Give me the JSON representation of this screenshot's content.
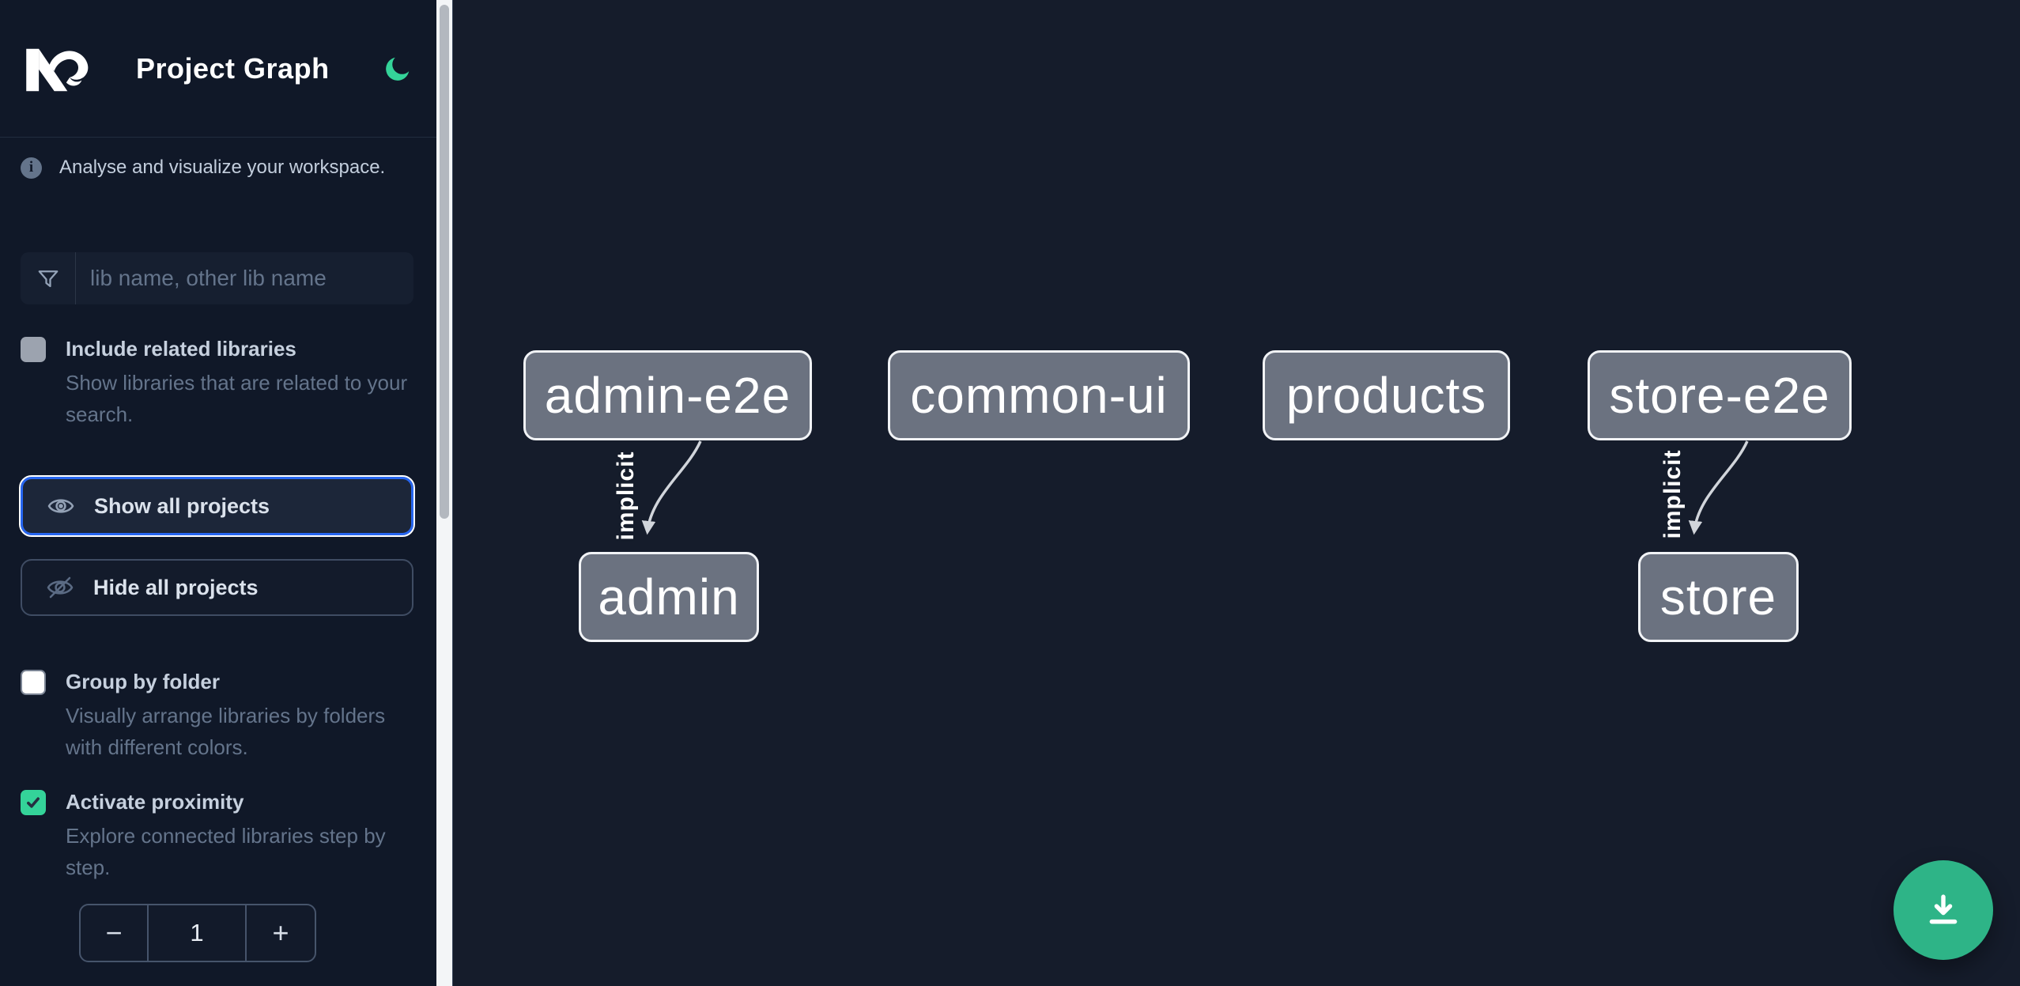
{
  "header": {
    "title": "Project Graph",
    "logo": "nx-logo",
    "theme_toggle_icon": "moon-icon"
  },
  "sidebar": {
    "info_text": "Analyse and visualize your workspace.",
    "search": {
      "placeholder": "lib name, other lib name",
      "value": "",
      "icon": "filter-icon"
    },
    "include_related": {
      "label": "Include related libraries",
      "description": "Show libraries that are related to your search.",
      "checked": false
    },
    "show_all_label": "Show all projects",
    "hide_all_label": "Hide all projects",
    "group_by_folder": {
      "label": "Group by folder",
      "description": "Visually arrange libraries by folders with different colors.",
      "checked": false
    },
    "activate_proximity": {
      "label": "Activate proximity",
      "description": "Explore connected libraries step by step.",
      "checked": true
    },
    "proximity_stepper": {
      "decrement": "−",
      "value": "1",
      "increment": "+"
    }
  },
  "graph": {
    "nodes": [
      {
        "id": "admin-e2e",
        "label": "admin-e2e"
      },
      {
        "id": "common-ui",
        "label": "common-ui"
      },
      {
        "id": "products",
        "label": "products"
      },
      {
        "id": "store-e2e",
        "label": "store-e2e"
      },
      {
        "id": "admin",
        "label": "admin"
      },
      {
        "id": "store",
        "label": "store"
      }
    ],
    "edges": [
      {
        "source": "admin-e2e",
        "target": "admin",
        "label": "implicit"
      },
      {
        "source": "store-e2e",
        "target": "store",
        "label": "implicit"
      }
    ]
  },
  "fab": {
    "icon": "download-icon"
  },
  "colors": {
    "sidebar_bg": "#101828",
    "canvas_bg": "#151c2b",
    "accent_green": "#34d399",
    "fab_green": "#2eb487",
    "focus_blue": "#2766f0",
    "node_fill": "#6b7280",
    "node_border": "#f1f3f6",
    "edge_gray": "#d1d5db",
    "muted_text": "#64748b"
  }
}
